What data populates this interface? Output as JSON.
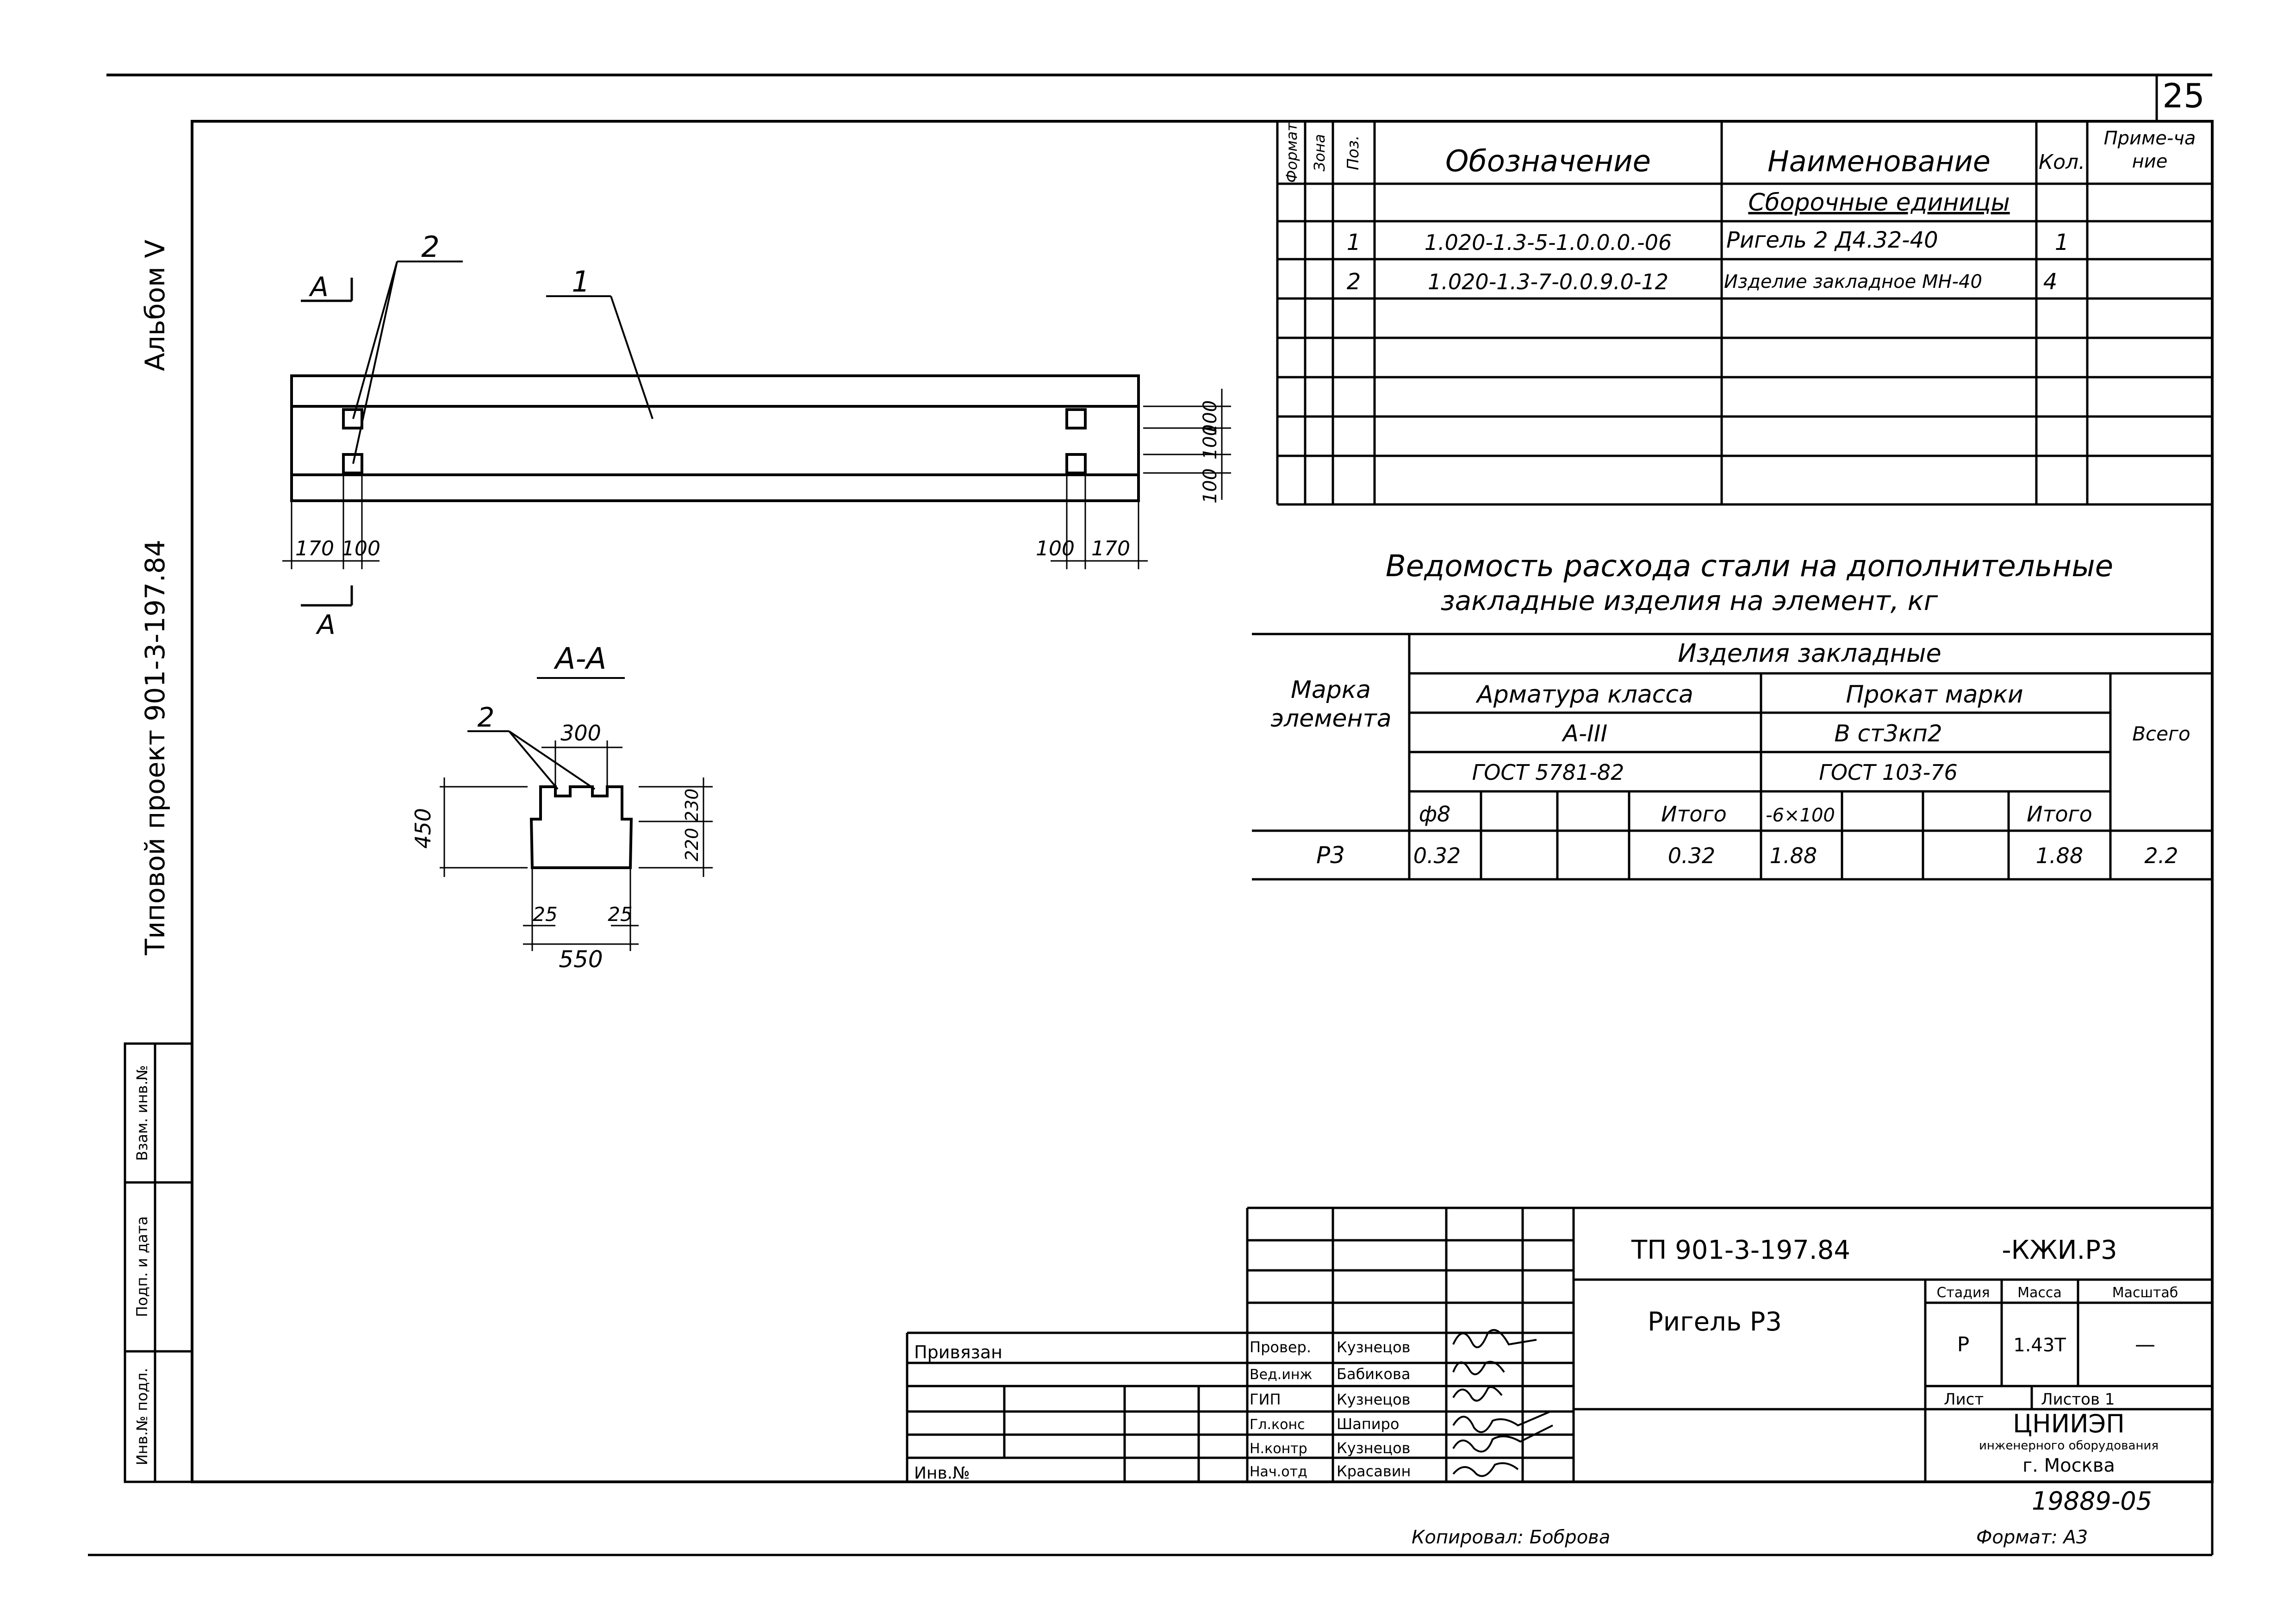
{
  "page_number": "25",
  "album": "Альбом V",
  "project": "Типовой проект 901-3-197.84",
  "left_strip": {
    "vzam_inv": "Взам. инв.№",
    "podp_data": "Подп. и дата",
    "inv_podl": "Инв.№ подл."
  },
  "spec": {
    "headers": {
      "format": "Формат",
      "zona": "Зона",
      "poz": "Поз.",
      "designation": "Обозначение",
      "name": "Наименование",
      "qty": "Кол.",
      "note": "Приме-чание"
    },
    "section_title": "Сборочные единицы",
    "rows": [
      {
        "poz": "1",
        "designation": "1.020-1.3-5-1.0.0.0.-06",
        "name": "Ригель 2 Д4.32-40",
        "qty": "1"
      },
      {
        "poz": "2",
        "designation": "1.020-1.3-7-0.0.9.0-12",
        "name": "Изделие закладное МН-40",
        "qty": "4"
      }
    ]
  },
  "steel": {
    "title_line1": "Ведомость расхода стали на дополнительные",
    "title_line2": "закладные изделия на элемент, кг",
    "hdr_products": "Изделия закладные",
    "hdr_mark": "Марка элемента",
    "hdr_rebar": "Арматура класса",
    "hdr_rebar_class": "А-III",
    "hdr_rebar_gost": "ГОСТ 5781-82",
    "hdr_rolled": "Прокат марки",
    "hdr_rolled_mark": "В ст3кп2",
    "hdr_rolled_gost": "ГОСТ 103-76",
    "hdr_total": "Всего",
    "sub_d8": "ф8",
    "sub_itogo": "Итого",
    "sub_6x100": "-6×100",
    "row": {
      "mark": "Р3",
      "d8": "0.32",
      "rebar_total": "0.32",
      "rolled": "1.88",
      "rolled_total": "1.88",
      "total": "2.2"
    }
  },
  "drawing": {
    "section_mark": "А",
    "section_title": "А-А",
    "callout_1": "1",
    "callout_2": "2",
    "dims_plan": {
      "left_edge": "170",
      "left_gap": "100",
      "right_gap": "100",
      "right_edge": "170",
      "v1": "100",
      "v2": "100",
      "v3": "100"
    },
    "dims_section": {
      "top": "300",
      "height": "450",
      "h_top": "230",
      "h_bottom": "220",
      "off_left": "25",
      "off_right": "25",
      "bottom": "550"
    }
  },
  "title_block": {
    "code": "ТП 901-3-197.84",
    "sheet_code": "-КЖИ.Р3",
    "element_name": "Ригель Р3",
    "stage_label": "Стадия",
    "mass_label": "Масса",
    "scale_label": "Масштаб",
    "stage": "Р",
    "mass": "1.43Т",
    "scale": "—",
    "sheet_label": "Лист",
    "sheets_label": "Листов 1",
    "org_line1": "ЦНИИЭП",
    "org_line2": "инженерного оборудования",
    "org_line3": "г. Москва",
    "privyazan": "Привязан",
    "inv_no": "Инв.№",
    "signatures": [
      {
        "role": "Провер.",
        "name": "Кузнецов"
      },
      {
        "role": "Вед.инж",
        "name": "Бабикова"
      },
      {
        "role": "ГИП",
        "name": "Кузнецов"
      },
      {
        "role": "Гл.конс",
        "name": "Шапиро"
      },
      {
        "role": "Н.контр",
        "name": "Кузнецов"
      },
      {
        "role": "Нач.отд",
        "name": "Красавин"
      }
    ],
    "doc_number": "19889-05",
    "copied_by": "Копировал: Боброва",
    "format": "Формат: А3"
  }
}
